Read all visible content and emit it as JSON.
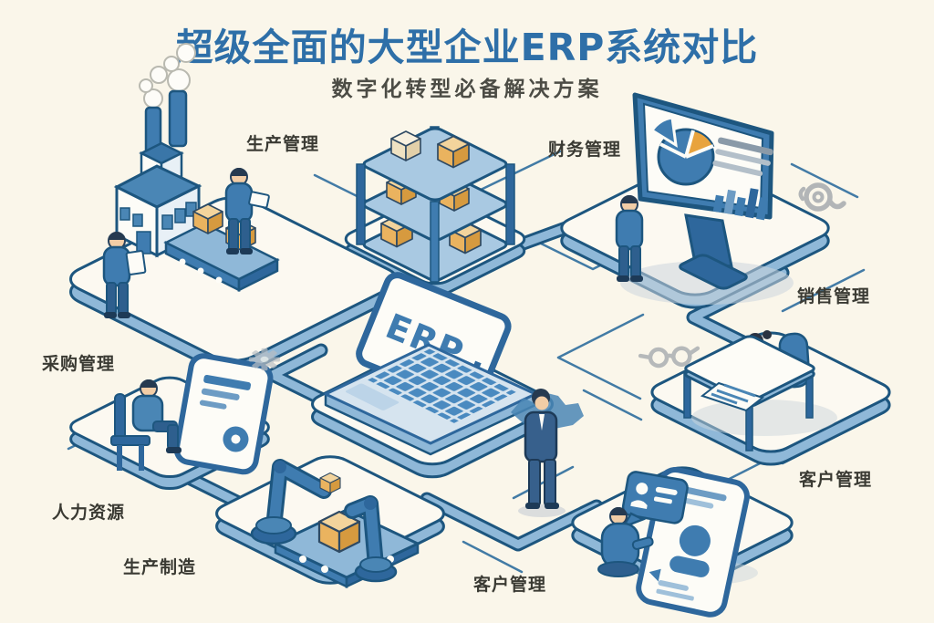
{
  "header": {
    "title": "超级全面的大型企业ERP系统对比",
    "subtitle": "数字化转型必备解决方案"
  },
  "labels": {
    "production": "生产管理",
    "finance": "财务管理",
    "sales": "销售管理",
    "procurement": "采购管理",
    "hr": "人力资源",
    "manufacturing": "生产制造",
    "customer_bottom": "客户管理",
    "customer_right": "客户管理"
  },
  "laptop": {
    "screen_text": "ERP"
  },
  "colors": {
    "background": "#faf6ea",
    "title_blue": "#2e6fa8",
    "outline_blue": "#1d567f",
    "mid_blue": "#3f7cb0",
    "light_blue": "#8fb8d8",
    "platform_fill": "#fcf9f1",
    "box_tan": "#e9b563",
    "accent_orange": "#e8a33d",
    "label_gray": "#3a3a33",
    "decor_gray": "#9aa0a6"
  },
  "icons": [
    "factory-icon",
    "smoke-icon",
    "conveyor-icon",
    "box-icon",
    "shelf-icon",
    "monitor-icon",
    "pie-chart-icon",
    "bar-chart-icon",
    "text-lines-icon",
    "laptop-icon",
    "keyboard-icon",
    "document-icon",
    "stamp-icon",
    "desk-icon",
    "office-chair-icon",
    "robot-arm-icon",
    "smartphone-icon",
    "chat-bubble-icon",
    "avatar-icon",
    "gear-icon",
    "glasses-icon",
    "scribble-at-icon",
    "worker-figure"
  ]
}
